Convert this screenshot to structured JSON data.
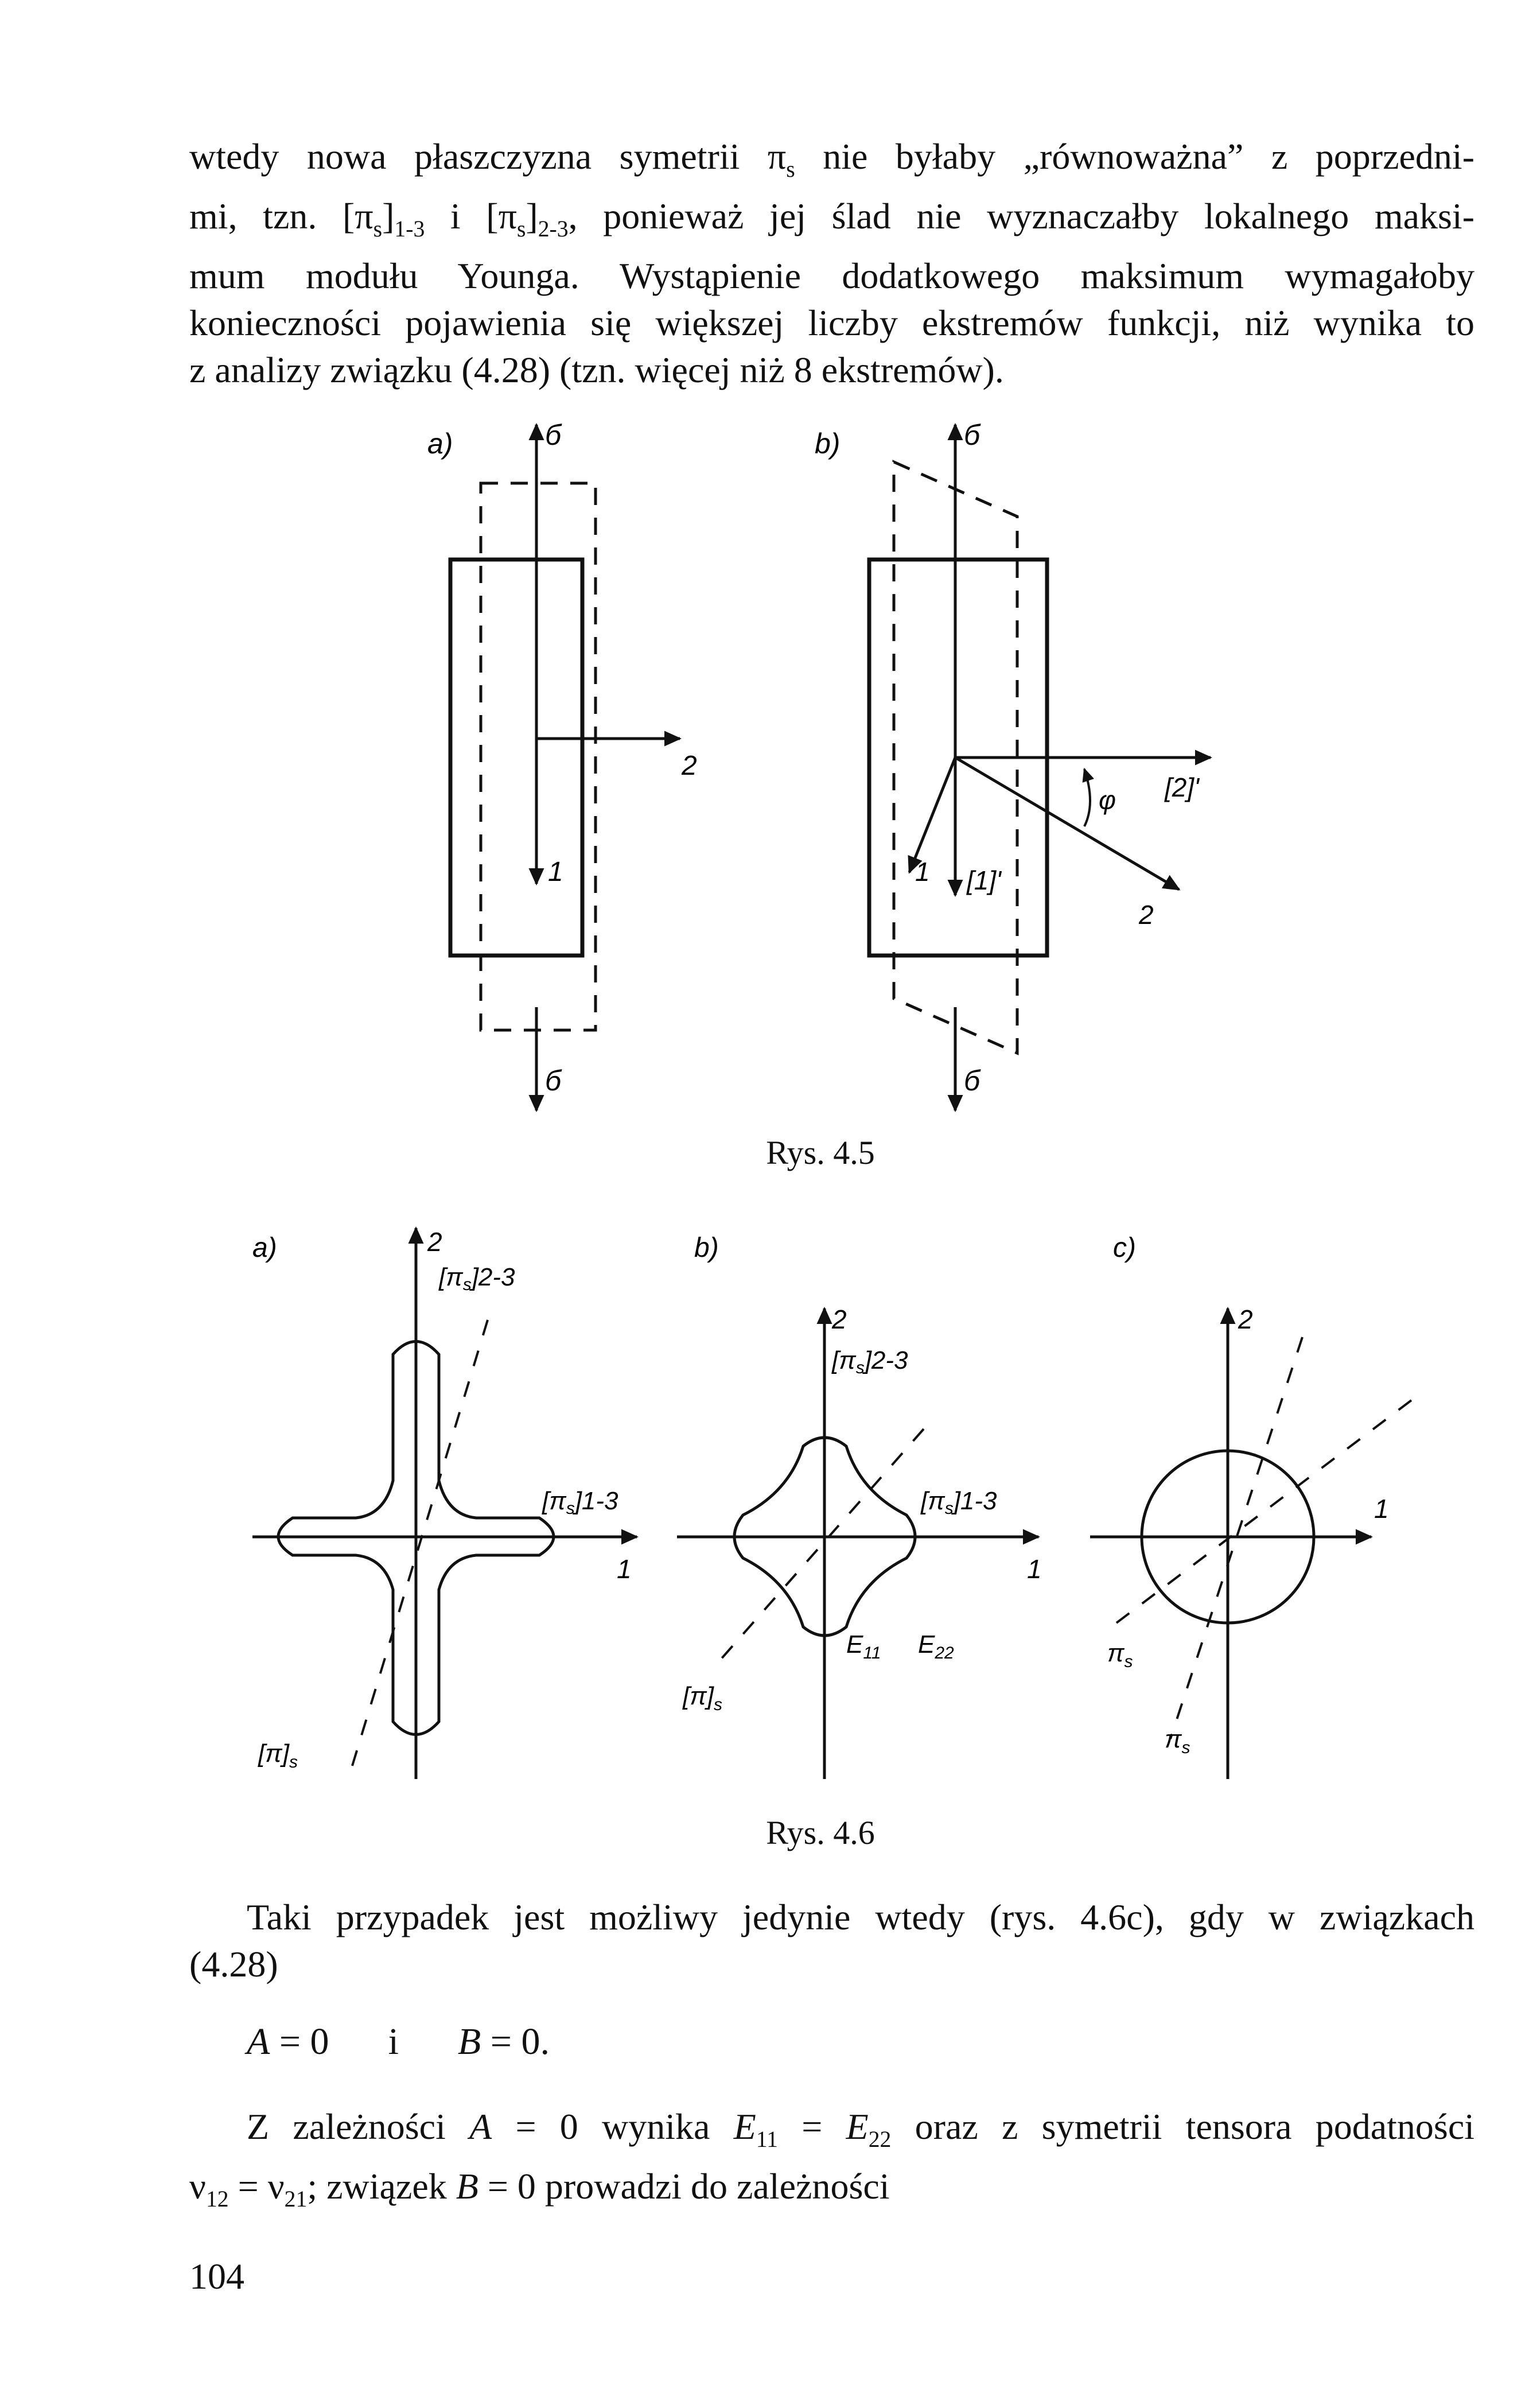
{
  "para1": {
    "lines": [
      "wtedy nowa płaszczyzna symetrii π",
      "mi, tzn. [π",
      "mum modułu Younga. Wystąpienie dodatkowego maksimum wymagałoby",
      "konieczności pojawienia się większej liczby ekstremów funkcji, niż wynika to",
      "z analizy związku (4.28) (tzn. więcej niż 8 ekstremów)."
    ],
    "l1_sub": "s",
    "l1_rest": " nie byłaby „równoważna” z poprzedni-",
    "l2_sub1": "s",
    "l2_mid1": "]",
    "l2_sub2": "1-3",
    "l2_mid2": " i [π",
    "l2_sub3": "s",
    "l2_mid3": "]",
    "l2_sub4": "2-3",
    "l2_rest": ", ponieważ jej ślad nie wyznaczałby lokalnego maksi-"
  },
  "fig45": {
    "caption": "Rys. 4.5",
    "label_a": "a)",
    "label_b": "b)",
    "sigma": "б",
    "axis1": "1",
    "axis2": "2",
    "axis1p": "[1]'",
    "axis2p": "[2]'",
    "phi": "φ"
  },
  "fig46": {
    "caption": "Rys. 4.6",
    "label_a": "a)",
    "label_b": "b)",
    "label_c": "c)",
    "axis1": "1",
    "axis2": "2",
    "pi23": "[π",
    "pi23_sub": "s",
    "pi23_end": "]2-3",
    "pi13": "[π",
    "pi13_end": "]1-3",
    "pis_a": "[π]",
    "pis_sub": "s",
    "e11": "E",
    "e11_sub": "11",
    "e22": "E",
    "e22_sub": "22",
    "pi_s": "π",
    "pi_s_sub": "s"
  },
  "para2": {
    "line1": "Taki przypadek jest możliwy jedynie wtedy (rys. 4.6c), gdy w związkach",
    "line2": "(4.28)"
  },
  "eq1": {
    "a": "A",
    "eq0": " = 0",
    "conj": "i",
    "b": "B",
    "eq0b": " = 0."
  },
  "para3": {
    "p1": "Z zależności ",
    "a": "A",
    "p2": " = 0 wynika ",
    "e": "E",
    "sub11": "11",
    "p3": " = ",
    "e2": "E",
    "sub22": "22",
    "p4": " oraz z symetrii tensora podatności",
    "nu": "ν",
    "sub12": "12",
    "p5": " = ν",
    "sub21": "21",
    "p6": "; związek ",
    "b": "B",
    "p7": " = 0 prowadzi do zależności"
  },
  "page_number": "104"
}
